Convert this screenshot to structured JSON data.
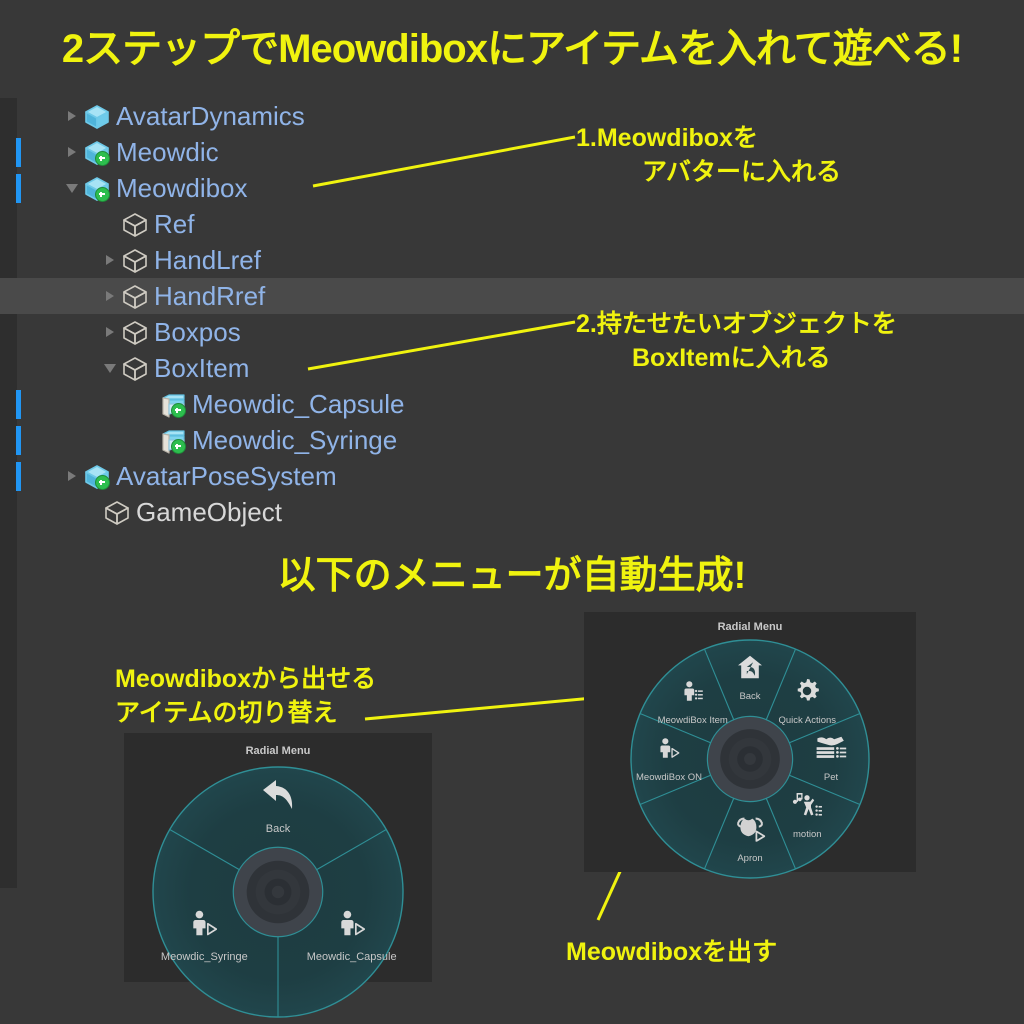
{
  "title": "2ステップでMeowdiboxにアイテムを入れて遊べる!",
  "subheading": "以下のメニューが自動生成!",
  "colors": {
    "background": "#383838",
    "accent_yellow": "#f0f30f",
    "hierarchy_label": "#90b4e8",
    "selection_marker": "#2196f3",
    "row_highlight": "#4a4a4a",
    "panel_background": "#2c2c2c",
    "wheel_teal": "#2f8f96"
  },
  "hierarchy": {
    "rows": [
      {
        "label": "AvatarDynamics",
        "indent": 0,
        "twirl": "right",
        "icon": "prefab-cube-icon",
        "marker": false,
        "selected": false,
        "color": "blue"
      },
      {
        "label": "Meowdic",
        "indent": 0,
        "twirl": "right",
        "icon": "prefab-cube-variant-icon",
        "marker": true,
        "selected": false,
        "color": "blue"
      },
      {
        "label": "Meowdibox",
        "indent": 0,
        "twirl": "down",
        "icon": "prefab-cube-variant-icon",
        "marker": true,
        "selected": false,
        "color": "blue"
      },
      {
        "label": "Ref",
        "indent": 1,
        "twirl": "none",
        "icon": "gameobject-cube-icon",
        "marker": false,
        "selected": false,
        "color": "blue"
      },
      {
        "label": "HandLref",
        "indent": 1,
        "twirl": "right",
        "icon": "gameobject-cube-icon",
        "marker": false,
        "selected": false,
        "color": "blue"
      },
      {
        "label": "HandRref",
        "indent": 1,
        "twirl": "right",
        "icon": "gameobject-cube-icon",
        "marker": false,
        "selected": true,
        "color": "blue"
      },
      {
        "label": "Boxpos",
        "indent": 1,
        "twirl": "right",
        "icon": "gameobject-cube-icon",
        "marker": false,
        "selected": false,
        "color": "blue"
      },
      {
        "label": "BoxItem",
        "indent": 1,
        "twirl": "down",
        "icon": "gameobject-cube-icon",
        "marker": false,
        "selected": false,
        "color": "blue"
      },
      {
        "label": "Meowdic_Capsule",
        "indent": 2,
        "twirl": "none",
        "icon": "prefab-model-variant-icon",
        "marker": true,
        "selected": false,
        "color": "blue"
      },
      {
        "label": "Meowdic_Syringe",
        "indent": 2,
        "twirl": "none",
        "icon": "prefab-model-variant-icon",
        "marker": true,
        "selected": false,
        "color": "blue"
      },
      {
        "label": "AvatarPoseSystem",
        "indent": 0,
        "twirl": "right",
        "icon": "prefab-cube-variant-icon",
        "marker": true,
        "selected": false,
        "color": "blue"
      },
      {
        "label": "GameObject",
        "indent": -1,
        "twirl": "none",
        "icon": "gameobject-cube-icon",
        "marker": false,
        "selected": false,
        "color": "white"
      }
    ]
  },
  "annotations": {
    "step1": {
      "line1": "1.Meowdiboxを",
      "line2": "アバターに入れる"
    },
    "step2": {
      "line1": "2.持たせたいオブジェクトを",
      "line2": "BoxItemに入れる"
    },
    "switch_items": {
      "line1": "Meowdiboxから出せる",
      "line2": "アイテムの切り替え"
    },
    "spawn_box": "Meowdiboxを出す"
  },
  "radial_menus": {
    "left": {
      "panel_title": "Radial Menu",
      "segments": [
        {
          "label": "Back",
          "icon": "back-arrow-icon",
          "angle": 0
        },
        {
          "label": "Meowdic_Capsule",
          "icon": "person-toggle-icon",
          "angle": 120
        },
        {
          "label": "Meowdic_Syringe",
          "icon": "person-toggle-icon",
          "angle": 240
        }
      ]
    },
    "right": {
      "panel_title": "Radial Menu",
      "segments": [
        {
          "label": "Back",
          "icon": "home-back-icon",
          "angle": 0
        },
        {
          "label": "Quick Actions",
          "icon": "gear-icon",
          "angle": 45
        },
        {
          "label": "Pet",
          "icon": "pet-icon",
          "angle": 90
        },
        {
          "label": "motion",
          "icon": "music-dance-icon",
          "angle": 135
        },
        {
          "label": "Apron",
          "icon": "apron-toggle-icon",
          "angle": 180
        },
        {
          "label": "",
          "icon": "",
          "angle": 225
        },
        {
          "label": "MeowdiBox ON",
          "icon": "person-toggle-icon",
          "angle": 270
        },
        {
          "label": "MeowdiBox Item",
          "icon": "person-list-icon",
          "angle": 315
        }
      ]
    }
  }
}
